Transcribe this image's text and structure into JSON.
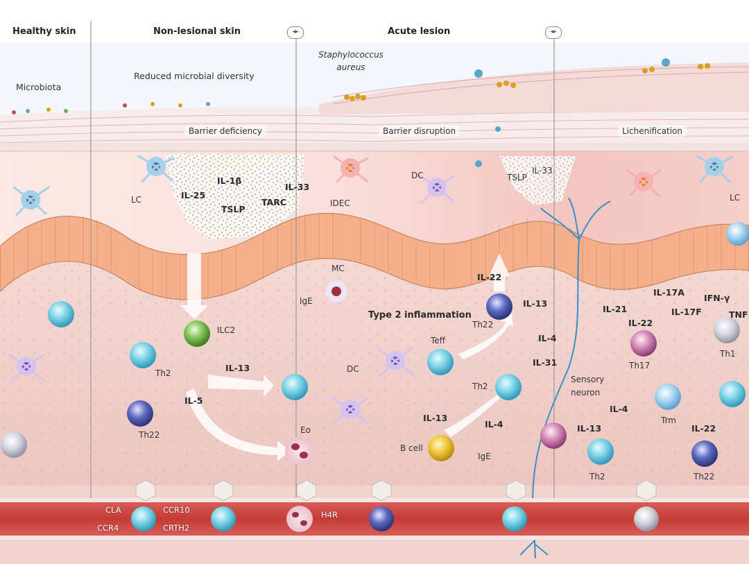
{
  "headers": {
    "healthy": "Healthy skin",
    "non_lesional": "Non-lesional skin",
    "acute": "Acute lesion"
  },
  "top": {
    "microbiota": "Microbiota",
    "reduced": "Reduced microbial diversity",
    "staph": "Staphylococcus aureus",
    "barrier_deficiency": "Barrier deficiency",
    "barrier_disruption": "Barrier disruption",
    "lichenification": "Lichenification"
  },
  "cytokines": {
    "il1b": "IL-1β",
    "il25": "IL-25",
    "il33": "IL-33",
    "tslp": "TSLP",
    "tarc": "TARC",
    "tslp2": "TSLP",
    "il33b": "IL-33",
    "il22a": "IL-22",
    "il13a": "IL-13",
    "il13b": "IL-13",
    "il5": "IL-5",
    "il4a": "IL-4",
    "il31": "IL-31",
    "il13c": "IL-13",
    "il4b": "IL-4",
    "il21": "IL-21",
    "il17a": "IL-17A",
    "ifng": "IFN-γ",
    "il22b": "IL-22",
    "il17f": "IL-17F",
    "tnf": "TNF",
    "il4c": "IL-4",
    "il13d": "IL-13",
    "il22c": "IL-22"
  },
  "cells": {
    "lc_left": "LC",
    "idec": "IDEC",
    "dc_top": "DC",
    "lc_right": "LC",
    "mc": "MC",
    "ige_mc": "IgE",
    "type2": "Type 2 inflammation",
    "th22_mid": "Th22",
    "ilc2": "ILC2",
    "th2_left": "Th2",
    "dc_mid": "DC",
    "teff": "Teff",
    "th2_mid": "Th2",
    "th22_left": "Th22",
    "eo": "Eo",
    "bcell": "B cell",
    "ige_b": "IgE",
    "sensory": "Sensory neuron",
    "th17": "Th17",
    "th1": "Th1",
    "trm": "Trm",
    "th2_right": "Th2",
    "th22_right": "Th22"
  },
  "vessel": {
    "cla": "CLA",
    "ccr10": "CCR10",
    "ccr4": "CCR4",
    "crth2": "CRTH2",
    "h4r": "H4R"
  },
  "icons": [
    "divider-toggle-icon"
  ],
  "colors": {
    "epidermis": "#f6d2c9",
    "basal": "#f2a77e",
    "dermis": "#f0cfc8",
    "vessel": "#c7423f",
    "t_cell": "#4fb8d3",
    "th22_cell": "#3f4a9a",
    "ilc2_cell": "#5a9a3a",
    "b_cell": "#e0b020",
    "dc_cell": "#8a6bc0"
  }
}
